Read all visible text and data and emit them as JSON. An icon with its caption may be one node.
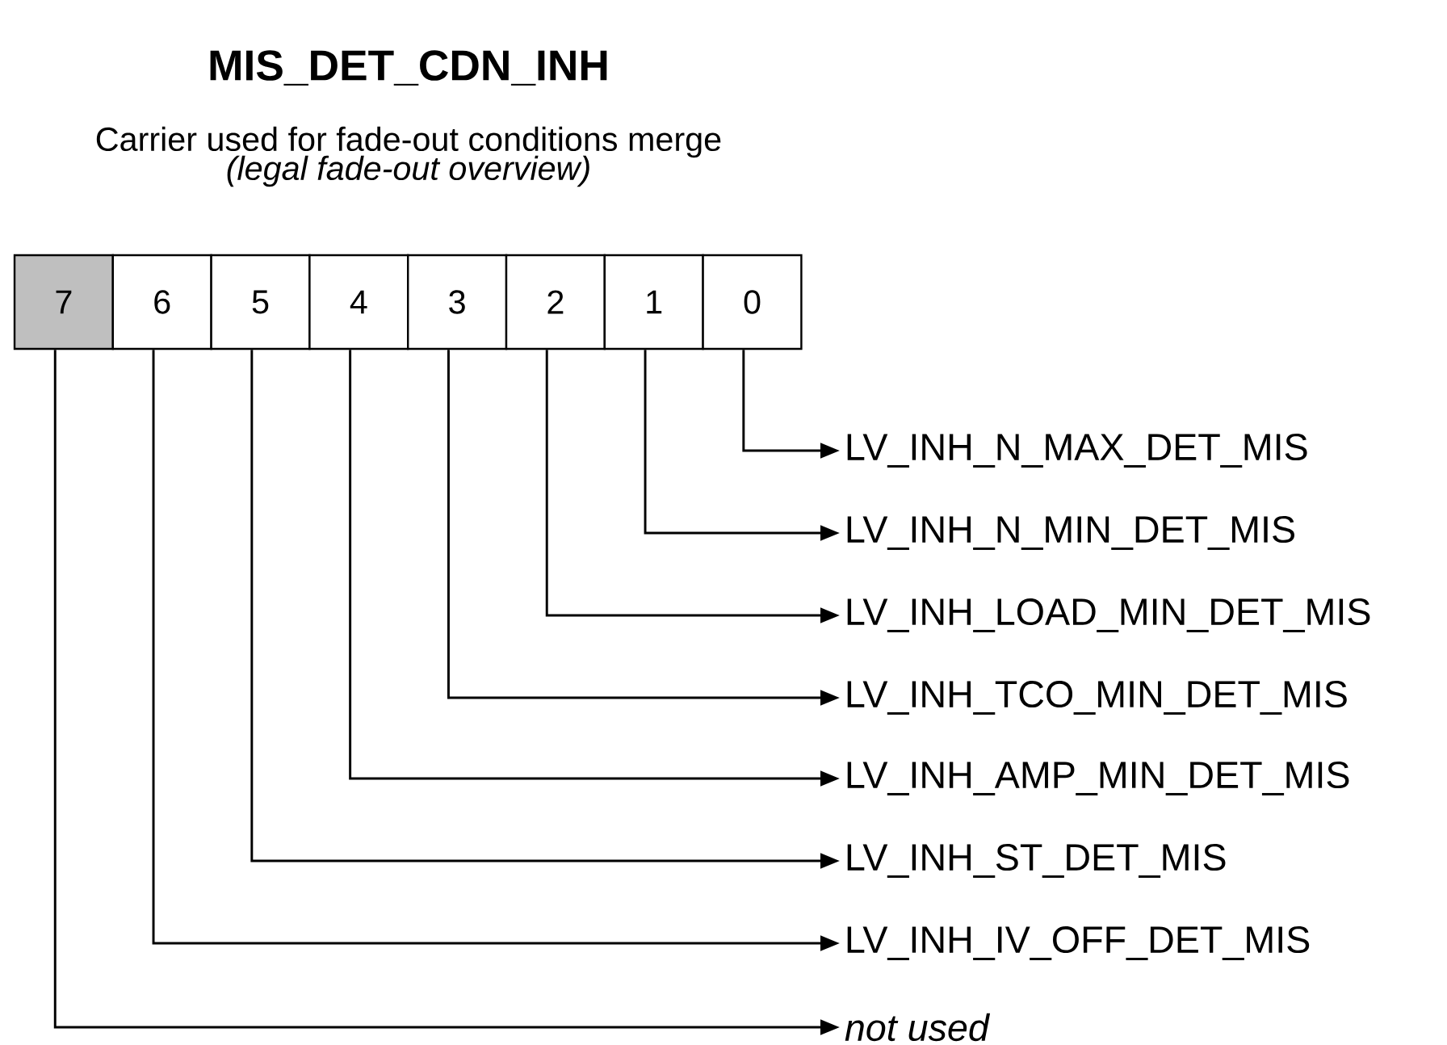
{
  "diagram": {
    "title": "MIS_DET_CDN_INH",
    "nodes": [
      {
        "text": [
          "7"
        ]
      },
      {
        "text": [
          "6"
        ]
      },
      {
        "text": [
          "5"
        ]
      },
      {
        "text": [
          "4"
        ]
      },
      {
        "text": [
          "3"
        ]
      },
      {
        "text": [
          "2"
        ]
      },
      {
        "text": [
          "1"
        ]
      },
      {
        "text": [
          "0"
        ]
      },
      {
        "text": [
          "LV_INH_N_MAX_DET_MIS"
        ]
      },
      {
        "text": [
          "LV_INH_N_MIN_DET_MIS"
        ]
      },
      {
        "text": [
          "LV_INH_LOAD_MIN_DET_MIS"
        ]
      },
      {
        "text": [
          "LV_INH_TCO_MIN_DET_MIS"
        ]
      },
      {
        "text": [
          "LV_INH_AMP_MIN_DET_MIS"
        ]
      },
      {
        "text": [
          "LV_INH_ST_DET_MIS"
        ]
      },
      {
        "text": [
          "LV_INH_IV_OFF_DET_MIS"
        ]
      },
      {
        "text": [
          "not used"
        ]
      }
    ],
    "edges": [
      {
        "from": 7,
        "to": 8,
        "arrow": "to"
      },
      {
        "from": 6,
        "to": 9,
        "arrow": "to"
      },
      {
        "from": 5,
        "to": 10,
        "arrow": "to"
      },
      {
        "from": 4,
        "to": 11,
        "arrow": "to"
      },
      {
        "from": 3,
        "to": 12,
        "arrow": "to"
      },
      {
        "from": 2,
        "to": 13,
        "arrow": "to"
      },
      {
        "from": 1,
        "to": 14,
        "arrow": "to"
      },
      {
        "from": 0,
        "to": 15,
        "arrow": "to"
      }
    ],
    "labels": [
      "Carrier used for fade-out conditions merge",
      "(legal fade-out overview)"
    ]
  }
}
